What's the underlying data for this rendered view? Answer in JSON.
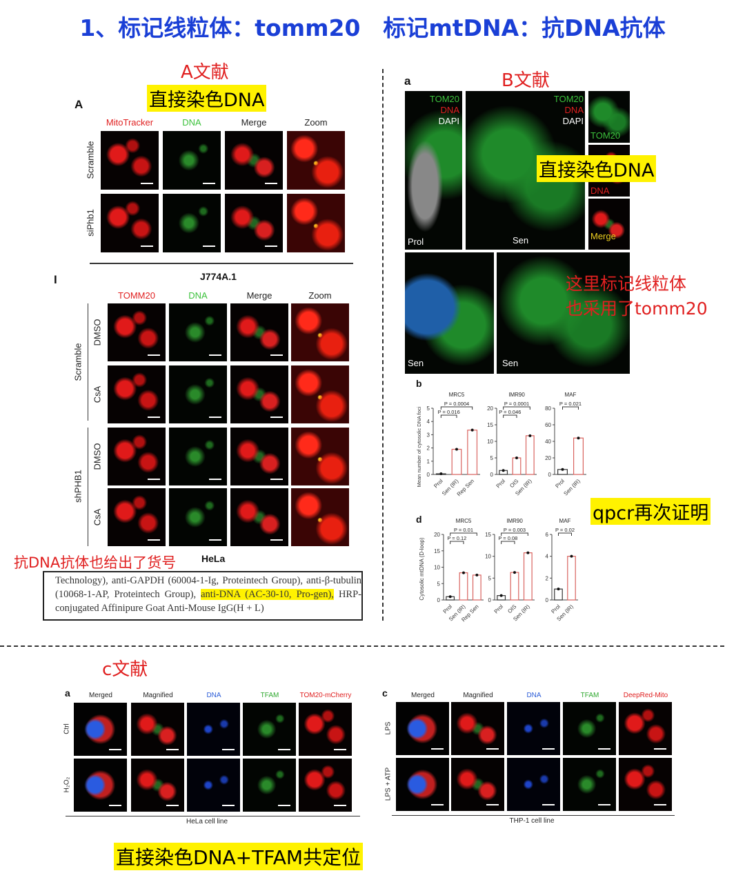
{
  "title": "1、标记线粒体：tomm20　标记mtDNA：抗DNA抗体",
  "sectionA": {
    "heading": "A文献",
    "highlight": "直接染色DNA",
    "letter_A": "A",
    "letter_I": "I",
    "cols_A": [
      "MitoTracker",
      "DNA",
      "Merge",
      "Zoom"
    ],
    "col_colors_A": [
      "#e02020",
      "#3cc23c",
      "#222",
      "#222"
    ],
    "rows_A": [
      "Scramble",
      "siPhb1"
    ],
    "cell_line_A": "J774A.1",
    "cols_I": [
      "TOMM20",
      "DNA",
      "Merge",
      "Zoom"
    ],
    "groups_I": [
      "Scramble",
      "shPHB1"
    ],
    "rows_I": [
      "DMSO",
      "CsA",
      "DMSO",
      "CsA"
    ],
    "cell_line_I": "HeLa",
    "note": "抗DNA抗体也给出了货号",
    "quote_before": "Technology), anti-GAPDH (60004-1-Ig, Proteintech Group), anti-β-tubulin (10068-1-AP, Proteintech Group), ",
    "quote_highlight": "anti-DNA (AC-30-10, Pro-gen),",
    "quote_after": " HRP-conjugated Affinipure Goat Anti-Mouse IgG(H + L)"
  },
  "sectionB": {
    "heading": "B文献",
    "letter_a": "a",
    "letter_b": "b",
    "letter_d": "d",
    "legend": [
      "TOM20",
      "DNA",
      "DAPI"
    ],
    "legend_colors": [
      "#3cc23c",
      "#e02020",
      "#ffffff"
    ],
    "panel_labels": {
      "prol": "Prol",
      "sen": "Sen",
      "tom20": "TOM20",
      "dna": "DNA",
      "merge": "Merge",
      "sen2": "Sen",
      "sen3": "Sen"
    },
    "highlight": "直接染色DNA",
    "note_line1": "这里标记线粒体",
    "note_line2": "也采用了tomm20",
    "qpcr": "qpcr再次证明",
    "ylabel_b": "Mean number of cytosolic DNA foci",
    "ylabel_d": "Cytosolic mtDNA (D-loop)"
  },
  "chart_data": [
    {
      "type": "bar",
      "panel": "b",
      "title": "MRC5",
      "categories": [
        "Prol",
        "Sen (IR)",
        "Rep Sen"
      ],
      "values": [
        0.05,
        1.9,
        3.35
      ],
      "ylim": [
        0,
        5
      ],
      "ticks": [
        0,
        1,
        2,
        3,
        4,
        5
      ],
      "pvalues": [
        {
          "pair": [
            0,
            1
          ],
          "label": "P = 0.016"
        },
        {
          "pair": [
            0,
            2
          ],
          "label": "P = 0.0004"
        }
      ]
    },
    {
      "type": "bar",
      "panel": "b",
      "title": "IMR90",
      "categories": [
        "Prol",
        "OIS",
        "Sen (IR)"
      ],
      "values": [
        1.2,
        5.0,
        11.7
      ],
      "ylim": [
        0,
        20
      ],
      "ticks": [
        0,
        5,
        10,
        15,
        20
      ],
      "pvalues": [
        {
          "pair": [
            0,
            1
          ],
          "label": "P = 0.046"
        },
        {
          "pair": [
            0,
            2
          ],
          "label": "P = 0.0001"
        }
      ]
    },
    {
      "type": "bar",
      "panel": "b",
      "title": "MAF",
      "categories": [
        "Prol",
        "Sen (IR)"
      ],
      "values": [
        6,
        44
      ],
      "ylim": [
        0,
        80
      ],
      "ticks": [
        0,
        20,
        40,
        60,
        80
      ],
      "pvalues": [
        {
          "pair": [
            0,
            1
          ],
          "label": "P = 0.021"
        }
      ]
    },
    {
      "type": "bar",
      "panel": "d",
      "title": "MRC5",
      "categories": [
        "Prol",
        "Sen (IR)",
        "Rep Sen"
      ],
      "values": [
        1,
        8.3,
        7.6
      ],
      "ylim": [
        0,
        20
      ],
      "ticks": [
        0,
        5,
        10,
        15,
        20
      ],
      "pvalues": [
        {
          "pair": [
            0,
            1
          ],
          "label": "P = 0.12"
        },
        {
          "pair": [
            0,
            2
          ],
          "label": "P = 0.01"
        }
      ]
    },
    {
      "type": "bar",
      "panel": "d",
      "title": "IMR90",
      "categories": [
        "Prol",
        "OIS",
        "Sen (IR)"
      ],
      "values": [
        1,
        6.3,
        10.8
      ],
      "ylim": [
        0,
        15
      ],
      "ticks": [
        0,
        5,
        10,
        15
      ],
      "pvalues": [
        {
          "pair": [
            0,
            1
          ],
          "label": "P = 0.08"
        },
        {
          "pair": [
            0,
            2
          ],
          "label": "P = 0.003"
        }
      ]
    },
    {
      "type": "bar",
      "panel": "d",
      "title": "MAF",
      "categories": [
        "Prol",
        "Sen (IR)"
      ],
      "values": [
        1,
        4.0
      ],
      "ylim": [
        0,
        6
      ],
      "ticks": [
        0,
        2,
        4,
        6
      ],
      "pvalues": [
        {
          "pair": [
            0,
            1
          ],
          "label": "P = 0.02"
        }
      ]
    }
  ],
  "sectionC": {
    "heading": "c文献",
    "letter_a": "a",
    "letter_c": "c",
    "cols_a": [
      "Merged",
      "Magnified",
      "DNA",
      "TFAM",
      "TOM20-mCherry"
    ],
    "rows_a": [
      "Ctrl",
      "H₂O₂"
    ],
    "cell_line_a": "HeLa cell line",
    "cols_c": [
      "Merged",
      "Magnified",
      "DNA",
      "TFAM",
      "DeepRed-Mito"
    ],
    "rows_c": [
      "LPS",
      "LPS + ATP"
    ],
    "cell_line_c": "THP-1 cell line",
    "col_colors": [
      "#222",
      "#222",
      "#2a5bd7",
      "#2fa82f",
      "#e02020"
    ],
    "highlight": "直接染色DNA+TFAM共定位"
  },
  "colors": {
    "title": "#1a3fd6",
    "annotation": "#e02020",
    "highlight": "#fff200",
    "bar_edge": "#d9625e"
  }
}
